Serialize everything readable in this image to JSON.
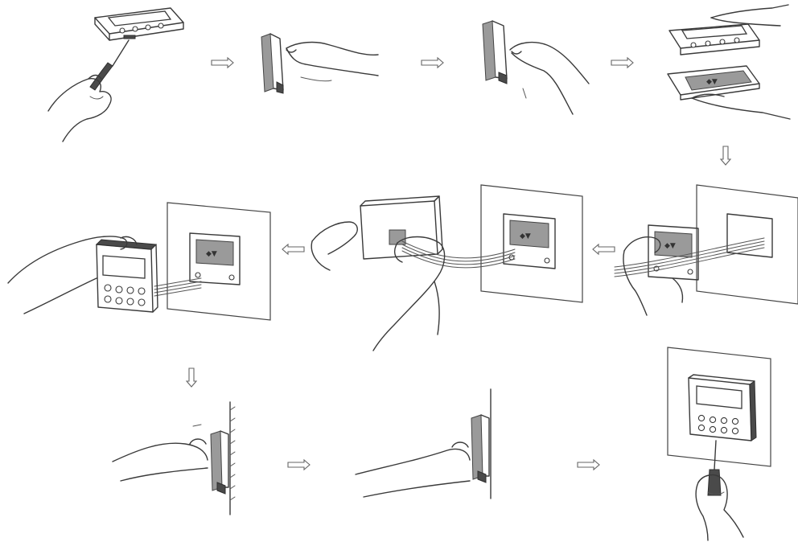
{
  "diagram": {
    "panels": [
      {
        "step_marker": ""
      },
      {
        "step_marker": ""
      },
      {
        "step_marker": ""
      },
      {
        "step_marker": ""
      },
      {
        "step_marker": ""
      },
      {
        "step_marker": ""
      },
      {
        "step_marker": ""
      },
      {
        "step_marker": ""
      },
      {
        "step_marker": ""
      },
      {
        "step_marker": ""
      }
    ],
    "arrows": [
      {
        "direction": "right"
      },
      {
        "direction": "right"
      },
      {
        "direction": "right"
      },
      {
        "direction": "down"
      },
      {
        "direction": "left"
      },
      {
        "direction": "left"
      },
      {
        "direction": "down"
      },
      {
        "direction": "right"
      },
      {
        "direction": "right"
      }
    ],
    "icons": [
      "screwdriver-icon",
      "hand-icon",
      "controller-icon",
      "wall-plate-icon",
      "cable-icon",
      "arrow-icon"
    ]
  }
}
